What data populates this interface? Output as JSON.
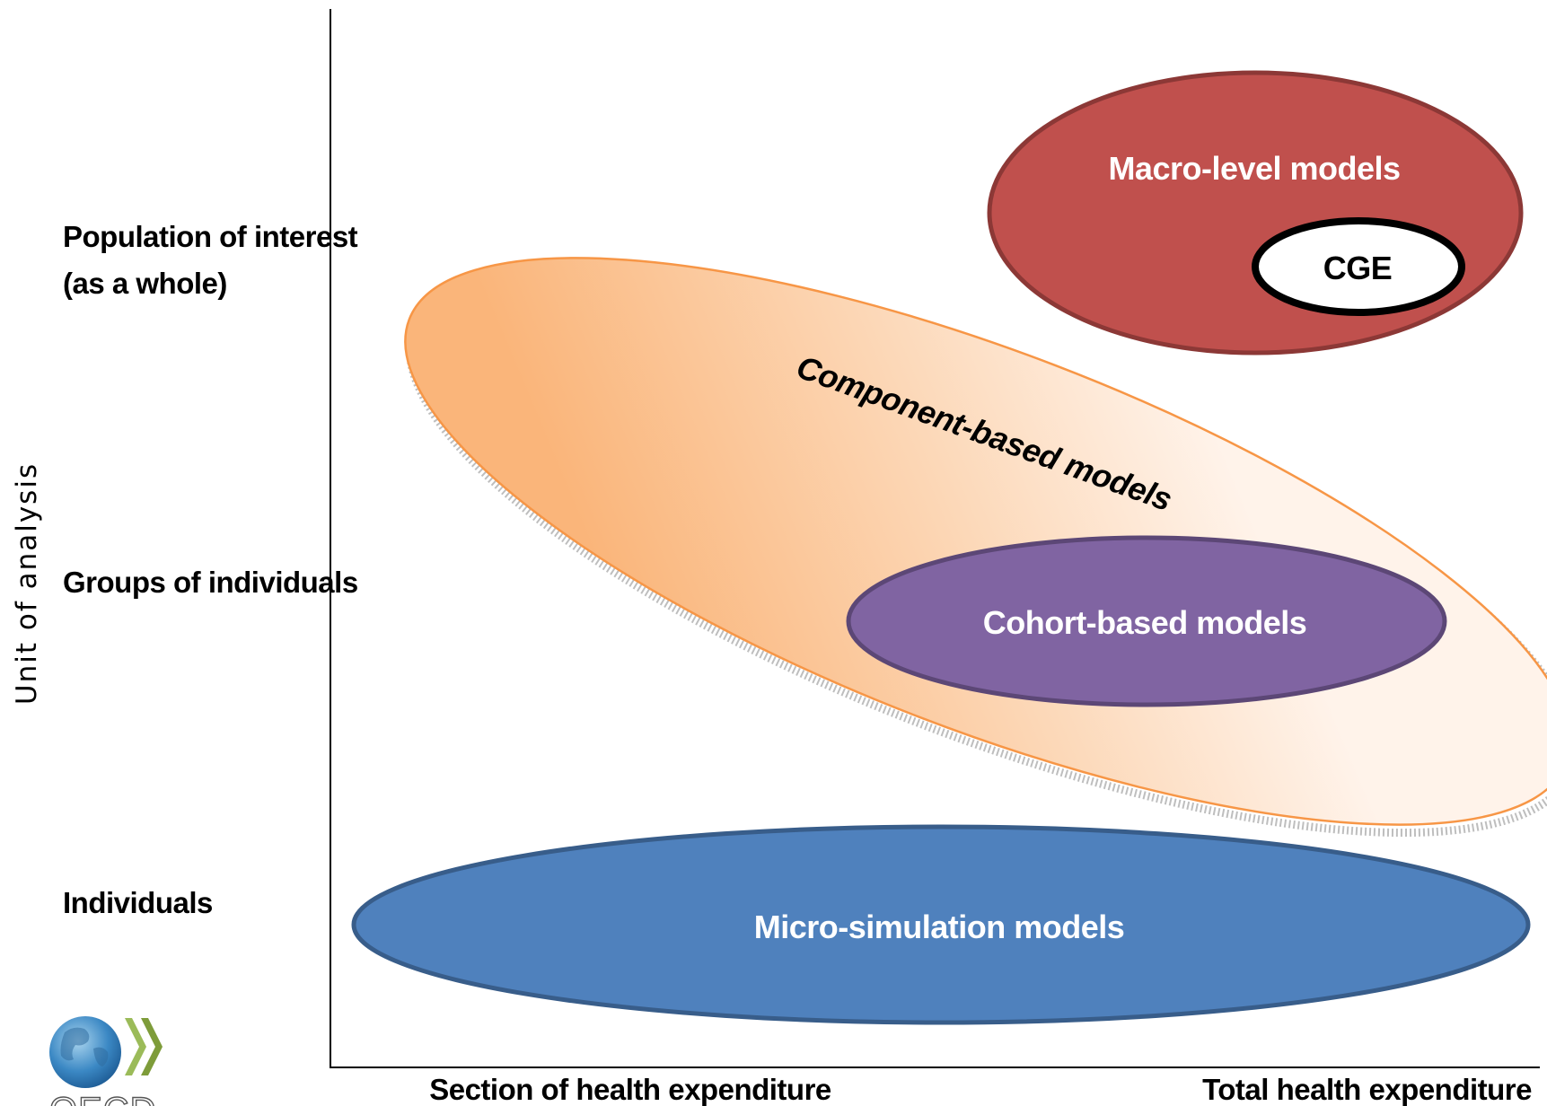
{
  "y_axis": {
    "title": "Unit of analysis",
    "levels": [
      {
        "line1": "Population of interest",
        "line2": "(as a whole)"
      },
      {
        "line1": "Groups of individuals"
      },
      {
        "line1": "Individuals"
      }
    ]
  },
  "x_axis": {
    "left_label": "Section of health expenditure",
    "right_label": "Total health  expenditure"
  },
  "models": {
    "macro": {
      "label": "Macro-level models",
      "color": "#c0504d"
    },
    "cge": {
      "label": "CGE",
      "color": "#ffffff"
    },
    "component": {
      "label": "Component-based models",
      "color": "#fac090"
    },
    "cohort": {
      "label": "Cohort-based models",
      "color": "#8064a2"
    },
    "micro": {
      "label": "Micro-simulation models",
      "color": "#4f81bd"
    }
  },
  "logo": {
    "text": "OECD"
  }
}
